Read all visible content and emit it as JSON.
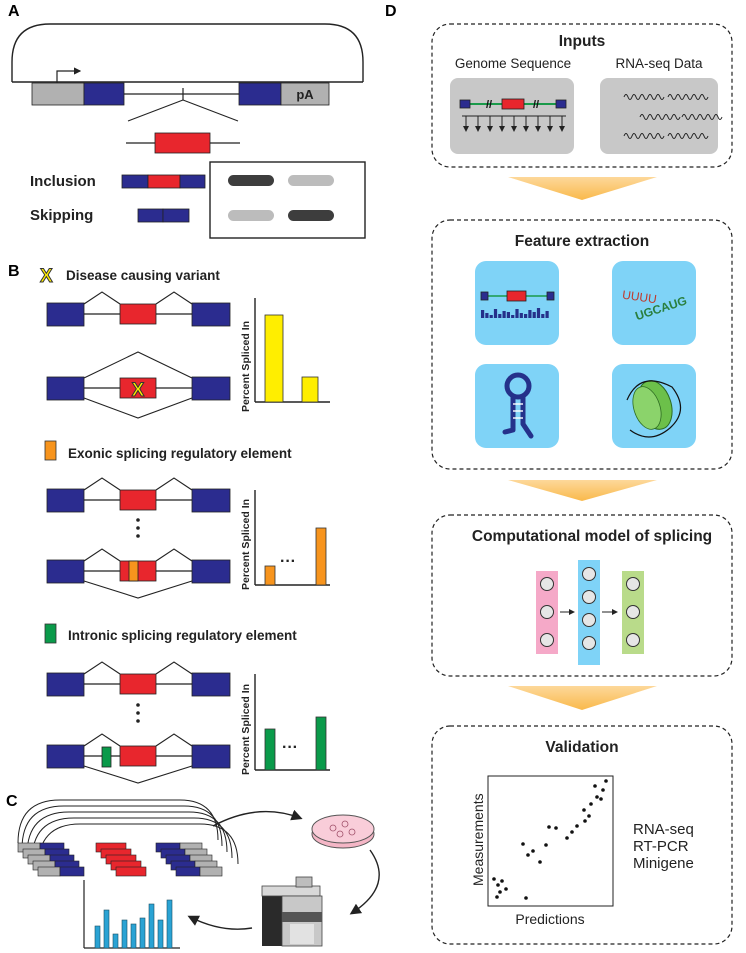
{
  "panels": {
    "a": "A",
    "b": "B",
    "c": "C",
    "d": "D"
  },
  "panel_a": {
    "pa_label": "pA",
    "inclusion_label": "Inclusion",
    "skipping_label": "Skipping"
  },
  "panel_b": {
    "legends": [
      "Disease causing variant",
      "Exonic splicing regulatory element",
      "Intronic splicing regulatory element"
    ],
    "y_axis_label": "Percent Spliced In",
    "variant_mark": "X",
    "ellipsis": "···"
  },
  "panel_d": {
    "stages": [
      {
        "title": "Inputs"
      },
      {
        "title": "Feature extraction"
      },
      {
        "title": "Computational model of splicing"
      },
      {
        "title": "Validation"
      }
    ],
    "inputs": {
      "genome_label": "Genome Sequence",
      "rnaseq_label": "RNA-seq Data"
    },
    "motif_text": "UUUU UGCAUG",
    "validation": {
      "x_label": "Predictions",
      "y_label": "Measurements",
      "methods": [
        "RNA-seq",
        "RT-PCR",
        "Minigene"
      ]
    }
  },
  "colors": {
    "exon_blue": "#2b2c8f",
    "exon_red": "#e8262d",
    "yellow": "#ffee00",
    "orange": "#f7941d",
    "green": "#0a9a4a",
    "card_blue": "#7fd3f7",
    "arrow_orange": "#fcc96a",
    "grey_box": "#c8c8c8"
  }
}
